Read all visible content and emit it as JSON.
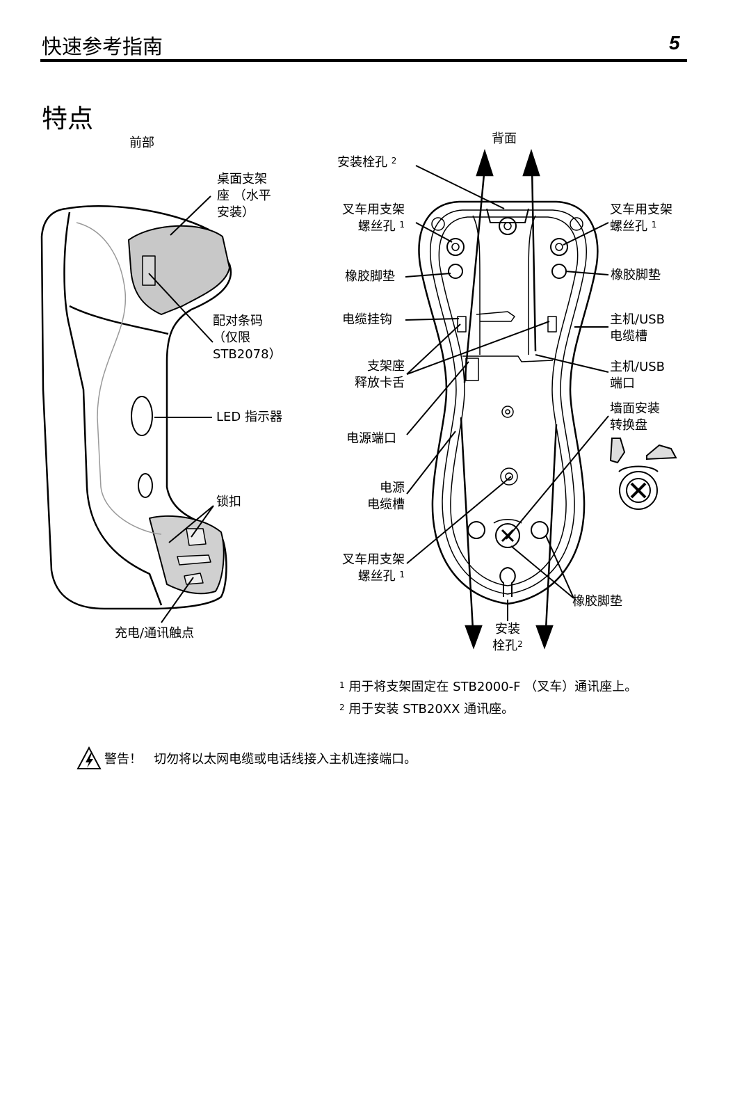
{
  "header": {
    "title": "快速参考指南",
    "page_number": "5"
  },
  "section_title": "特点",
  "front": {
    "caption": "前部",
    "labels": {
      "desk_mount_1": "桌面支架",
      "desk_mount_2": "座 （水平",
      "desk_mount_3": "安装）",
      "pair_barcode_1": "配对条码",
      "pair_barcode_2": "（仅限",
      "pair_barcode_3": "STB2078）",
      "led": "LED 指示器",
      "latch": "锁扣",
      "contacts": "充电/通讯触点"
    }
  },
  "back": {
    "caption": "背面",
    "labels": {
      "mount_hole_top": "安装栓孔",
      "mount_hole_top_sup": "2",
      "forklift_l1_a": "叉车用支架",
      "forklift_l1_b": "螺丝孔",
      "forklift_l1_sup": "1",
      "rubber_l": "橡胶脚垫",
      "cable_hook": "电缆挂钩",
      "release_1": "支架座",
      "release_2": "释放卡舌",
      "power_port": "电源端口",
      "power_slot_1": "电源",
      "power_slot_2": "电缆槽",
      "forklift_l2_a": "叉车用支架",
      "forklift_l2_b": "螺丝孔",
      "forklift_l2_sup": "1",
      "forklift_r_a": "叉车用支架",
      "forklift_r_b": "螺丝孔",
      "forklift_r_sup": "1",
      "rubber_r": "橡胶脚垫",
      "host_slot_1": "主机/USB",
      "host_slot_2": "电缆槽",
      "host_port_1": "主机/USB",
      "host_port_2": "端口",
      "wall_disc_1": "墙面安装",
      "wall_disc_2": "转换盘",
      "rubber_br": "橡胶脚垫",
      "mount_hole_bottom_1": "安装",
      "mount_hole_bottom_2": "栓孔",
      "mount_hole_bottom_sup": "2"
    }
  },
  "footnotes": [
    {
      "mark": "1",
      "text": "用于将支架固定在 STB2000-F （叉车）通讯座上。"
    },
    {
      "mark": "2",
      "text": "用于安装 STB20XX 通讯座。"
    }
  ],
  "warning": {
    "label": "警告！",
    "text": "切勿将以太网电缆或电话线接入主机连接端口。",
    "icon": "warning-lightning-icon"
  }
}
